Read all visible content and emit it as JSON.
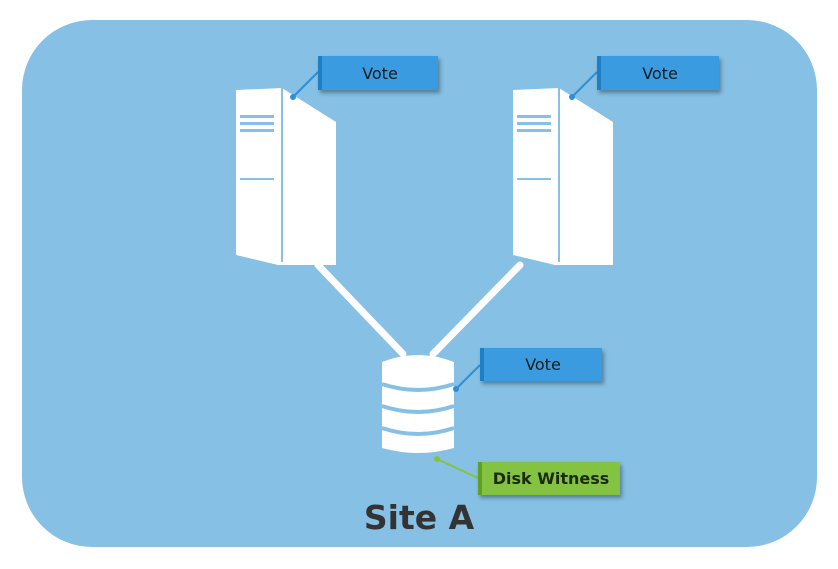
{
  "site": {
    "title": "Site A"
  },
  "callouts": {
    "node_left_vote": "Vote",
    "node_right_vote": "Vote",
    "disk_vote": "Vote",
    "disk_witness": "Disk Witness"
  },
  "icons": {
    "node_left": "server-icon",
    "node_right": "server-icon",
    "witness": "database-icon"
  },
  "colors": {
    "site_background": "#86c0e4",
    "vote_callout": "#3a9be0",
    "witness_callout": "#84c341",
    "connector_vote": "#2f8fd4",
    "connector_witness": "#84c341",
    "icon_fill": "#ffffff",
    "title_text": "#333333"
  }
}
